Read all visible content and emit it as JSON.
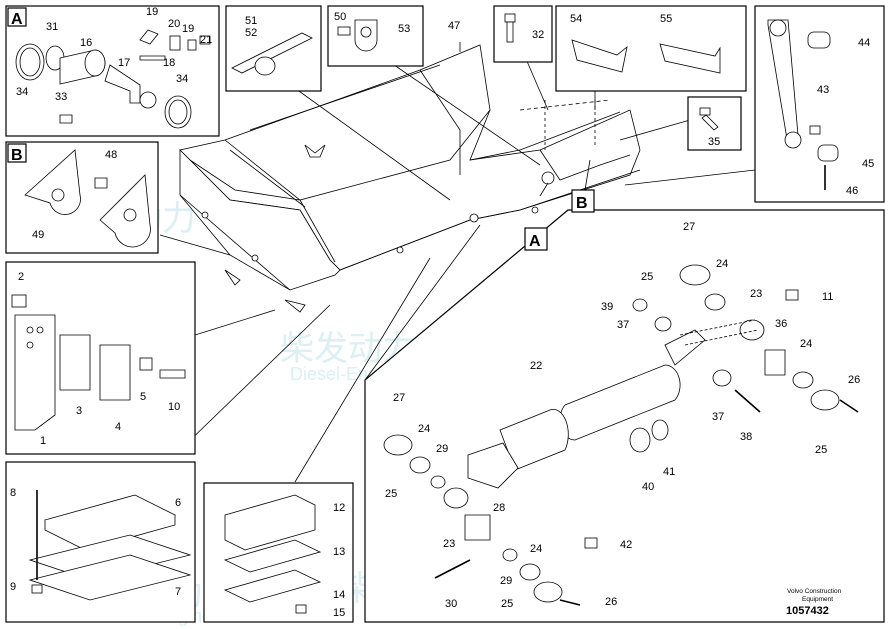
{
  "watermark": {
    "brand": "柴发动力",
    "sub": "Diesel-Engines"
  },
  "sections": {
    "A": "A",
    "B": "B",
    "callout_a": "A",
    "callout_b": "B"
  },
  "footer": {
    "maker": "Volvo Construction",
    "maker2": "Equipment",
    "number": "1057432"
  },
  "labels": {
    "l19a": "19",
    "l31": "31",
    "l16": "16",
    "l20": "20",
    "l19b": "19",
    "l21": "21",
    "l18": "18",
    "l17": "17",
    "l34a": "34",
    "l33": "33",
    "l34b": "34",
    "l51": "51",
    "l52": "52",
    "l50": "50",
    "l53": "53",
    "l47": "47",
    "l32": "32",
    "l54": "54",
    "l55": "55",
    "l44": "44",
    "l43": "43",
    "l35": "35",
    "l45": "45",
    "l46": "46",
    "l48": "48",
    "l49": "49",
    "l2": "2",
    "l3": "3",
    "l4": "4",
    "l5": "5",
    "l10": "10",
    "l1": "1",
    "l27a": "27",
    "l25a": "25",
    "l24a": "24",
    "l23a": "23",
    "l11": "11",
    "l39": "39",
    "l37a": "37",
    "l36": "36",
    "l24b": "24",
    "l26a": "26",
    "l22": "22",
    "l37b": "37",
    "l38": "38",
    "l25b": "25",
    "l27b": "27",
    "l24c": "24",
    "l29a": "29",
    "l25c": "25",
    "l41": "41",
    "l40": "40",
    "l28": "28",
    "l42": "42",
    "l23b": "23",
    "l24d": "24",
    "l29b": "29",
    "l30": "30",
    "l25d": "25",
    "l26b": "26",
    "l8": "8",
    "l6": "6",
    "l9": "9",
    "l7": "7",
    "l12": "12",
    "l13": "13",
    "l14": "14",
    "l15": "15"
  }
}
